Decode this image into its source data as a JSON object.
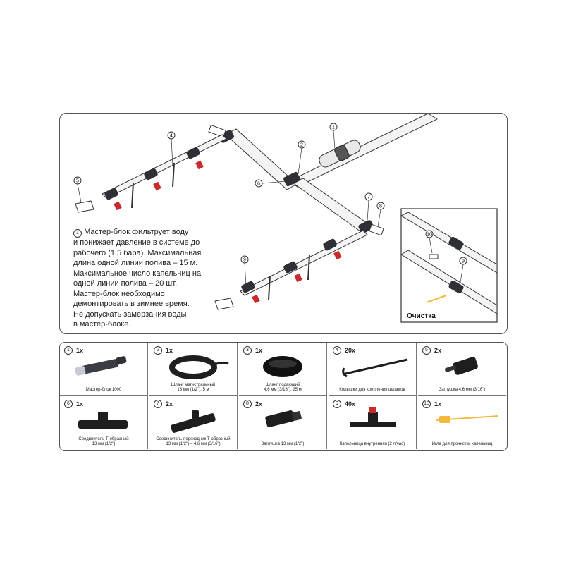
{
  "diagram": {
    "description": [
      "Мастер-блок фильтрует воду",
      "и понижает давление в системе до",
      "рабочего (1,5 бара). Максимальная",
      "длина одной линии полива – 15 м.",
      "Максимальное число капельниц на",
      "одной линии полива – 20 шт.",
      "Мастер-блок необходимо",
      "демонтировать в зимнее время.",
      "Не допускать замерзания воды",
      "в мастер-блоке."
    ],
    "description_ref": "1",
    "inset_label": "Очистка",
    "callouts": [
      "1",
      "2",
      "4",
      "5",
      "6",
      "7",
      "8",
      "9",
      "9",
      "10"
    ]
  },
  "parts": [
    {
      "num": "1",
      "qty": "1x",
      "caption": "Мастер-блок 1000"
    },
    {
      "num": "2",
      "qty": "1x",
      "caption": "Шланг магистральный\n13 мм (1/2\"), 5 м"
    },
    {
      "num": "3",
      "qty": "1x",
      "caption": "Шланг подающий\n4,6 мм (3/16\"), 25 м"
    },
    {
      "num": "4",
      "qty": "20x",
      "caption": "Колышки для крепления шлангов"
    },
    {
      "num": "5",
      "qty": "2x",
      "caption": "Заглушка 4,6 мм (3/16\")"
    },
    {
      "num": "6",
      "qty": "1x",
      "caption": "Соединитель Т-образный\n13 мм (1/2\")"
    },
    {
      "num": "7",
      "qty": "2x",
      "caption": "Соединитель-переходник Т-образный\n13 мм (1/2\") – 4,6 мм (3/16\")"
    },
    {
      "num": "8",
      "qty": "2x",
      "caption": "Заглушка 13 мм (1/2\")"
    },
    {
      "num": "9",
      "qty": "40x",
      "caption": "Капельница внутренняя (2 л/час)"
    },
    {
      "num": "10",
      "qty": "1x",
      "caption": "Игла для прочистки капельниц"
    }
  ],
  "colors": {
    "pipe": "#f2f2f2",
    "outline": "#333333",
    "fitting": "#2e3035",
    "dripper_red": "#cc2a2a",
    "needle": "#f2b93b"
  }
}
